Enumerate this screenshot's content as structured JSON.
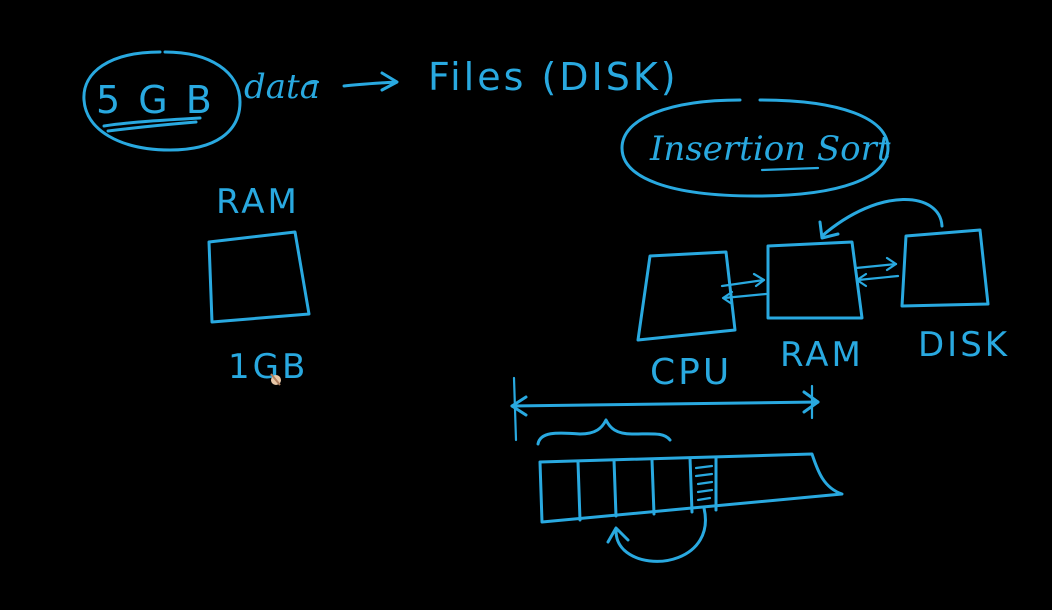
{
  "labels": {
    "size": "5 G B",
    "data": "data",
    "files": "Files (DISK)",
    "algorithm": "Insertion Sort",
    "ram_left": "RAM",
    "ram_left_size": "1GB",
    "cpu": "CPU",
    "ram_right": "RAM",
    "disk": "DISK"
  },
  "colors": {
    "background": "#000000",
    "ink": "#29a9e0",
    "cursor": "#e8c8a8"
  }
}
